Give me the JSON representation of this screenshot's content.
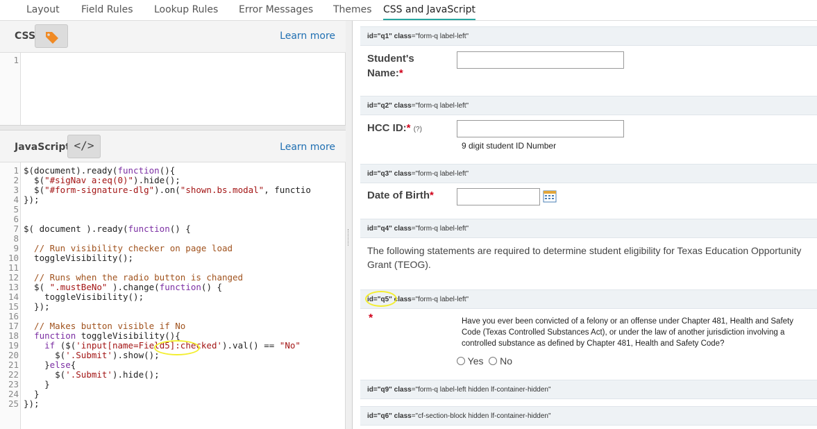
{
  "tabs": [
    "Layout",
    "Field Rules",
    "Lookup Rules",
    "Error Messages",
    "Themes",
    "CSS and JavaScript"
  ],
  "css_panel": {
    "title": "CSS",
    "learn_more": "Learn more",
    "line_numbers": [
      "1"
    ]
  },
  "js_panel": {
    "title": "JavaScript",
    "learn_more": "Learn more",
    "icon_label": "</>",
    "line_numbers": [
      "1",
      "2",
      "3",
      "4",
      "5",
      "6",
      "7",
      "8",
      "9",
      "10",
      "11",
      "12",
      "13",
      "14",
      "15",
      "16",
      "17",
      "18",
      "19",
      "20",
      "21",
      "22",
      "23",
      "24",
      "25"
    ],
    "code": [
      "$(document).ready(function(){",
      "  $(\"#sigNav a:eq(0)\").hide();",
      "  $(\"#form-signature-dlg\").on(\"shown.bs.modal\", functio",
      "});",
      "",
      "",
      "$( document ).ready(function() {",
      "",
      "  // Run visibility checker on page load",
      "  toggleVisibility();",
      "",
      "  // Runs when the radio button is changed",
      "  $( \".mustBeNo\" ).change(function() {",
      "    toggleVisibility();",
      "  });",
      "",
      "  // Makes button visible if No",
      "  function toggleVisibility(){",
      "    if ($('input[name=Field5]:checked').val() == \"No\"",
      "      $('.Submit').show();",
      "    }else{",
      "      $('.Submit').hide();",
      "    }",
      "  }",
      "});"
    ]
  },
  "form": {
    "q1": {
      "bar_id": "id=\"q1\"",
      "bar_class": "class=\"form-q label-left\"",
      "label": "Student's Name:",
      "required": "*"
    },
    "q2": {
      "bar_id": "id=\"q2\"",
      "bar_class": "class=\"form-q label-left\"",
      "label": "HCC ID:",
      "required": "*",
      "help": "(?)",
      "hint": "9 digit student ID Number"
    },
    "q3": {
      "bar_id": "id=\"q3\"",
      "bar_class": "class=\"form-q label-left\"",
      "label": "Date of Birth",
      "required": "*"
    },
    "q4": {
      "bar_id": "id=\"q4\"",
      "bar_class": "class=\"form-q label-left\"",
      "text": "The following statements are required to determine student eligibility for Texas Education Opportunity Grant (TEOG)."
    },
    "q5": {
      "bar_id": "id=\"q5\"",
      "bar_class": "class=\"form-q label-left\"",
      "required": "*",
      "question": "Have you ever been convicted of a felony or an offense under Chapter 481, Health and Safety Code (Texas Controlled Substances Act), or under the law of another jurisdiction involving a controlled substance as defined by Chapter 481, Health and Safety Code?",
      "opt_yes": "Yes",
      "opt_no": "No"
    },
    "q9": {
      "bar_id": "id=\"q9\"",
      "bar_class": "class=\"form-q label-left hidden lf-container-hidden\""
    },
    "q6": {
      "bar_id": "id=\"q6\"",
      "bar_class": "class=\"cf-section-block hidden lf-container-hidden\""
    }
  },
  "colors": {
    "accent": "#27a6a0",
    "required": "#d0021b",
    "highlight": "#f3ee2f",
    "tag": "#f08a24"
  }
}
